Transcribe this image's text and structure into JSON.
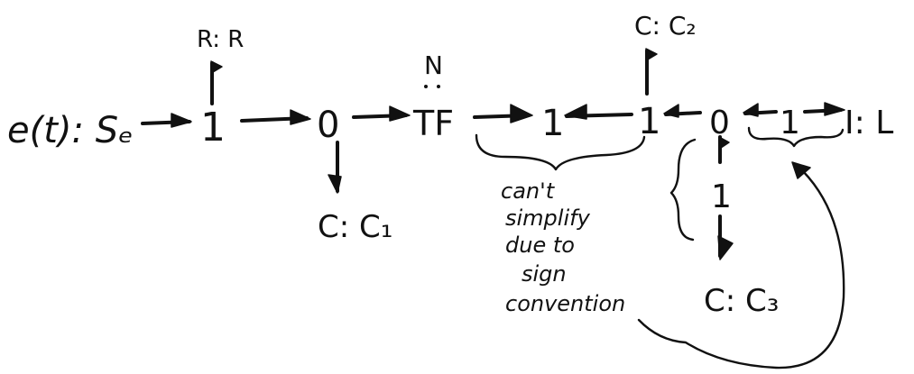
{
  "diagram": {
    "source": {
      "label": "e(t): Sₑ"
    },
    "junction_1_left": {
      "label": "1"
    },
    "resistor_label": "R: R",
    "junction_0_left": {
      "label": "0"
    },
    "capacitor_1_label": "C: C₁",
    "transformer": {
      "label": "TF",
      "modulus_label": "N"
    },
    "junction_1_mid": {
      "label": "1"
    },
    "junction_1_right": {
      "label": "1"
    },
    "capacitor_2_label": "C: C₂",
    "junction_0_right": {
      "label": "0"
    },
    "junction_1_vertical": {
      "label": "1"
    },
    "capacitor_3_label": "C: C₃",
    "junction_1_far": {
      "label": "1"
    },
    "inductor_label": "I: L",
    "note": [
      "can't",
      "simplify",
      "due to",
      "sign",
      "convention"
    ],
    "colors": {
      "ink": "#111111",
      "background": "#ffffff"
    }
  }
}
